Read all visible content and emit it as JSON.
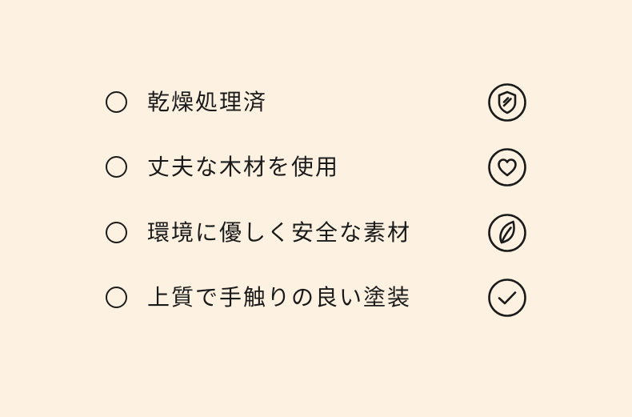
{
  "features": [
    {
      "text": "乾燥処理済",
      "icon": "shield-icon"
    },
    {
      "text": "丈夫な木材を使用",
      "icon": "heart-icon"
    },
    {
      "text": "環境に優しく安全な素材",
      "icon": "leaf-icon"
    },
    {
      "text": "上質で手触りの良い塗装",
      "icon": "checkmark-icon"
    }
  ],
  "colors": {
    "background": "#fdf2e1",
    "ink": "#1a1a1a"
  }
}
